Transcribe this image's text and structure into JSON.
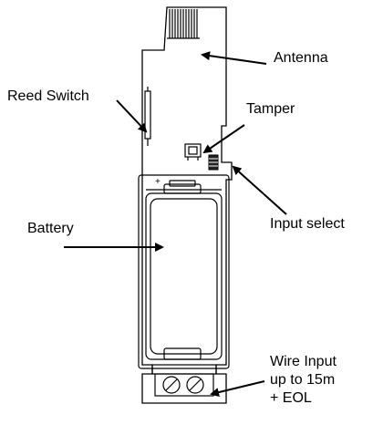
{
  "labels": {
    "antenna": "Antenna",
    "reed_switch": "Reed Switch",
    "tamper": "Tamper",
    "input_select": "Input select",
    "battery": "Battery",
    "wire_input_line1": "Wire Input",
    "wire_input_line2": "up to 15m",
    "wire_input_line3": "+ EOL"
  },
  "board_marking": "+",
  "colors": {
    "stroke": "#000000",
    "fill": "#ffffff",
    "text": "#000000"
  }
}
